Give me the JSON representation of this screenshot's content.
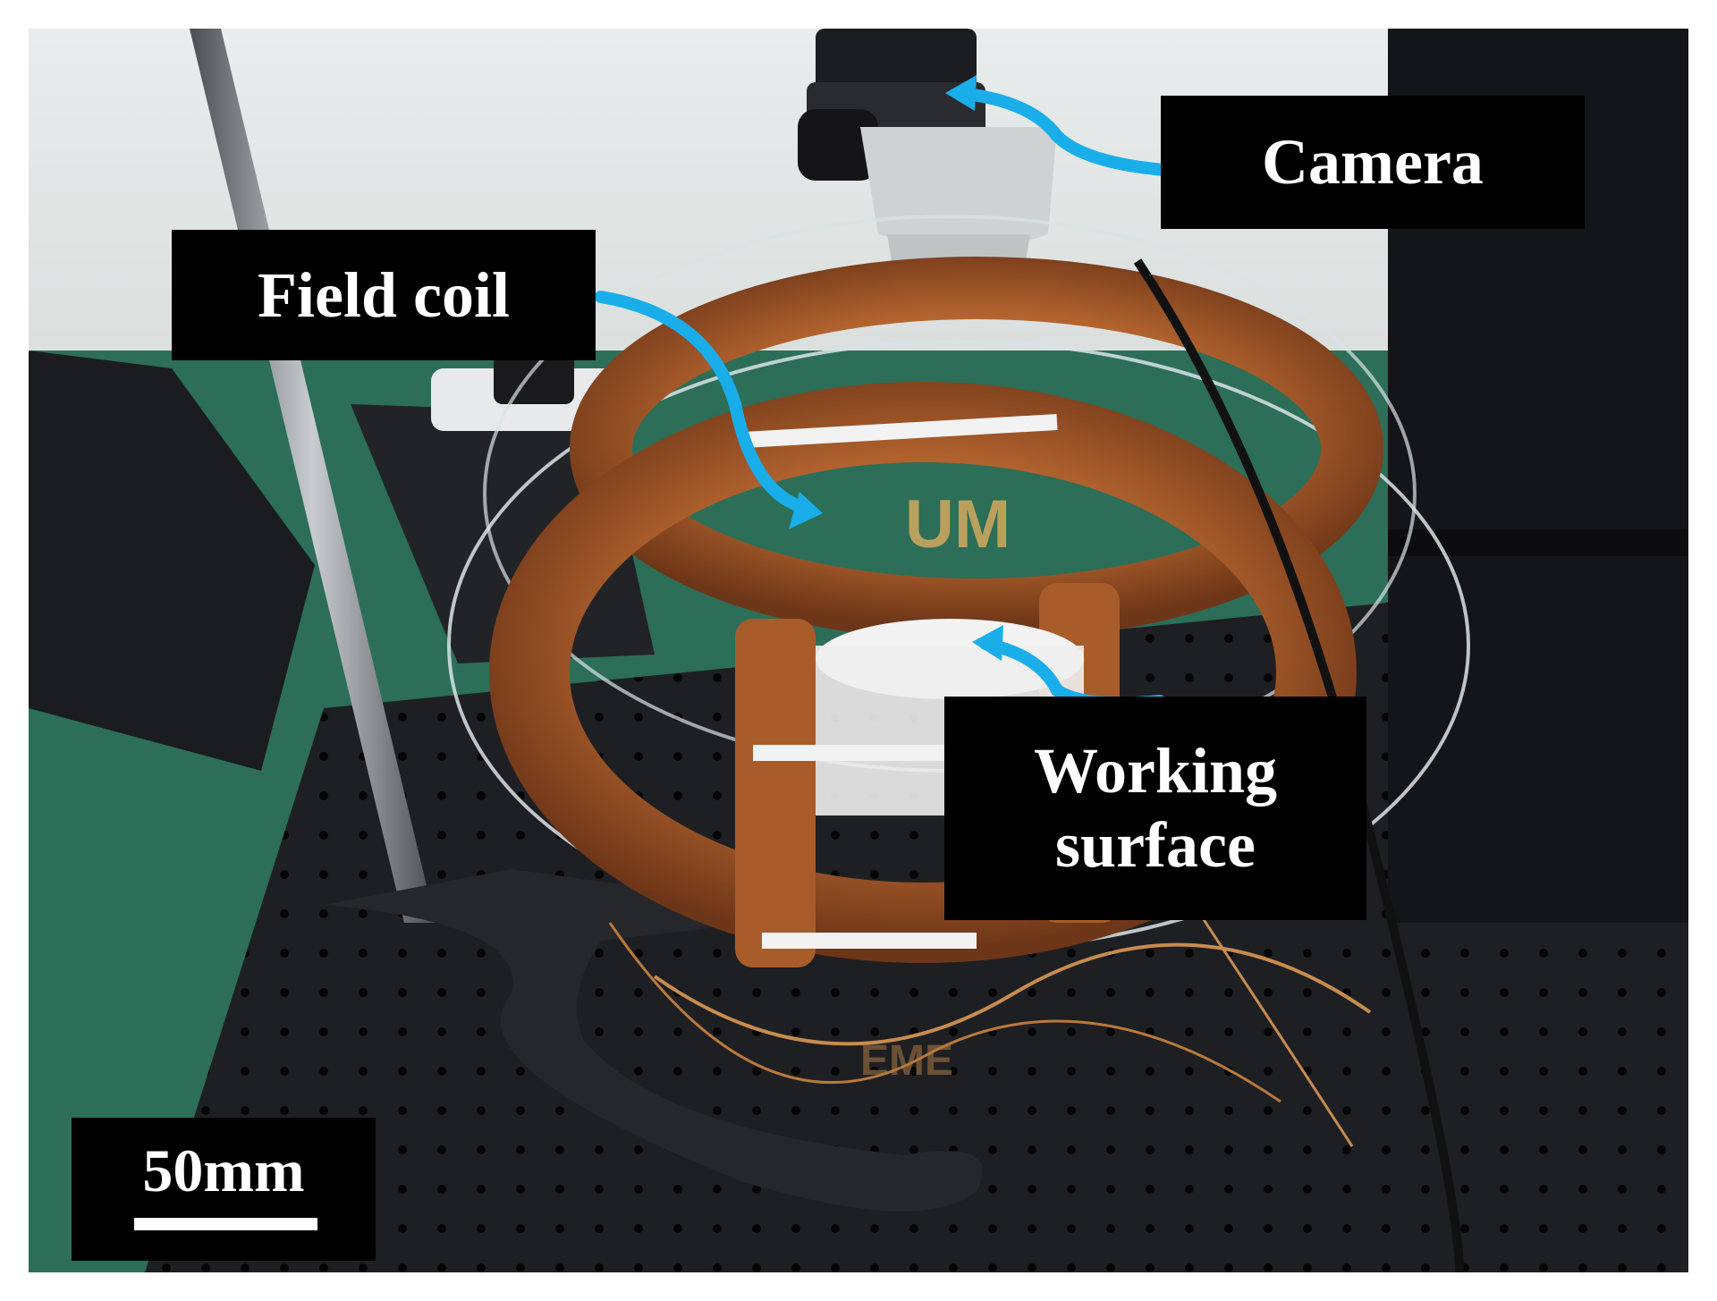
{
  "figure": {
    "labels": {
      "camera": "Camera",
      "field_coil": "Field coil",
      "working_surface_line1": "Working",
      "working_surface_line2": "surface"
    },
    "scale_bar": "50mm",
    "engravings": [
      "UM",
      "EME"
    ],
    "colors": {
      "arrow": "#19aeea",
      "label_bg": "#000000",
      "label_text": "#ffffff",
      "copper": "#b5652f",
      "bench": "#2c6e58",
      "breadboard": "#1a1b1d"
    }
  }
}
